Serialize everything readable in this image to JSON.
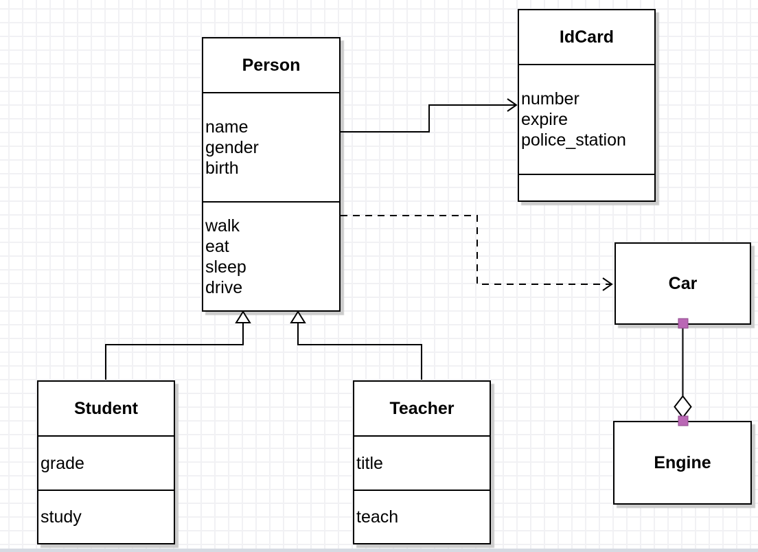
{
  "diagram": {
    "type": "uml-class-diagram",
    "classes": [
      {
        "name": "Person",
        "attributes": [
          "name",
          "gender",
          "birth"
        ],
        "methods": [
          "walk",
          "eat",
          "sleep",
          "drive"
        ]
      },
      {
        "name": "IdCard",
        "attributes": [
          "number",
          "expire",
          "police_station"
        ],
        "methods": []
      },
      {
        "name": "Car",
        "attributes": [],
        "methods": []
      },
      {
        "name": "Engine",
        "attributes": [],
        "methods": []
      },
      {
        "name": "Student",
        "attributes": [
          "grade"
        ],
        "methods": [
          "study"
        ]
      },
      {
        "name": "Teacher",
        "attributes": [
          "title"
        ],
        "methods": [
          "teach"
        ]
      }
    ],
    "relationships": [
      {
        "from": "Person",
        "to": "IdCard",
        "type": "association",
        "line": "solid",
        "arrowhead": "open-arrow"
      },
      {
        "from": "Person",
        "to": "Car",
        "type": "dependency",
        "line": "dashed",
        "arrowhead": "open-arrow"
      },
      {
        "from": "Student",
        "to": "Person",
        "type": "generalization",
        "line": "solid",
        "arrowhead": "hollow-triangle"
      },
      {
        "from": "Teacher",
        "to": "Person",
        "type": "generalization",
        "line": "solid",
        "arrowhead": "hollow-triangle"
      },
      {
        "from": "Car",
        "to": "Engine",
        "type": "aggregation",
        "line": "solid",
        "arrowhead": "hollow-diamond"
      }
    ],
    "colors": {
      "box_border": "#000000",
      "box_fill": "#ffffff",
      "shadow": "#cccccc",
      "grid_line": "#f1f1f4",
      "canvas_bg": "#ffffff",
      "endpoint_marker_fill": "#ba68b5",
      "endpoint_marker_stroke": "#8f4a8c"
    }
  }
}
